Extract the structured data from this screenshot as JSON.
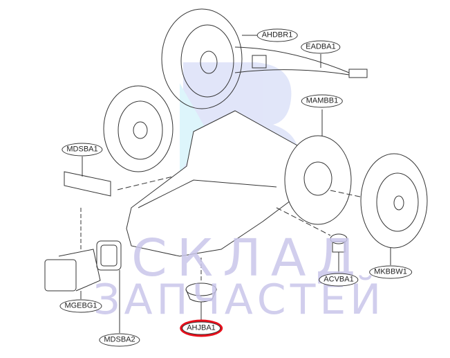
{
  "diagram": {
    "parts": [
      {
        "id": "AHDBR1",
        "label": "AHDBR1",
        "highlighted": false
      },
      {
        "id": "EADBA1",
        "label": "EADBA1",
        "highlighted": false
      },
      {
        "id": "MAMBB1",
        "label": "MAMBB1",
        "highlighted": false
      },
      {
        "id": "MDSBA1",
        "label": "MDSBA1",
        "highlighted": false
      },
      {
        "id": "MKBBW1",
        "label": "MKBBW1",
        "highlighted": false
      },
      {
        "id": "ACVBA1",
        "label": "ACVBA1",
        "highlighted": false
      },
      {
        "id": "MGEBG1",
        "label": "MGEBG1",
        "highlighted": false
      },
      {
        "id": "MDSBA2",
        "label": "MDSBA2",
        "highlighted": false
      },
      {
        "id": "AHJBA1",
        "label": "AHJBA1",
        "highlighted": true
      }
    ],
    "highlight_color": "#e8101c"
  },
  "watermark": {
    "line1": "СКЛАД",
    "line2": "ЗАПЧАСТЕЙ",
    "color": "#c9c6ea"
  }
}
